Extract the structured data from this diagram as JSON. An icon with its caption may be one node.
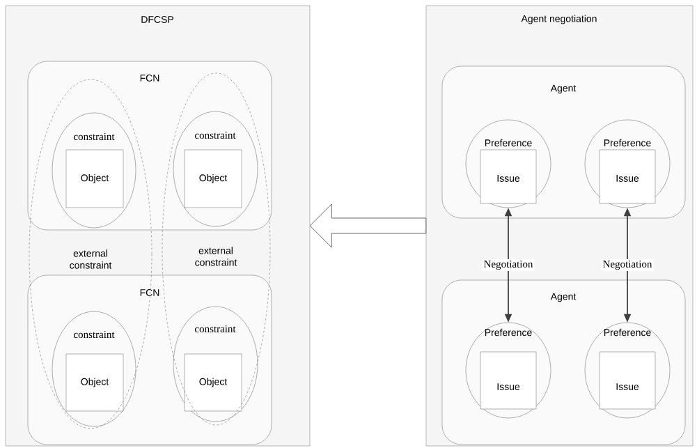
{
  "diagram": {
    "nodes": [
      {
        "text": [
          "DFCSP"
        ]
      },
      {
        "text": [
          "FCN"
        ],
        "in": 0
      },
      {
        "text": [
          "constraint"
        ]
      },
      {
        "text": [
          "Object"
        ],
        "in": 2
      },
      {
        "text": [
          "constraint"
        ]
      },
      {
        "text": [
          "Object"
        ],
        "in": 4
      },
      {
        "text": [
          "FCN"
        ],
        "in": 0
      },
      {
        "text": [
          "constraint"
        ]
      },
      {
        "text": [
          "Object"
        ],
        "in": 7
      },
      {
        "text": [
          "constraint"
        ]
      },
      {
        "text": [
          "Object"
        ],
        "in": 9
      },
      {
        "text": [
          "external constraint"
        ],
        "in": 0
      },
      {
        "text": [
          "external constraint"
        ],
        "in": 0
      },
      {
        "text": [
          "Agent negotiation"
        ]
      },
      {
        "text": [
          "Agent"
        ],
        "in": 13
      },
      {
        "text": [
          "Preference"
        ],
        "in": 14
      },
      {
        "text": [
          "Issue"
        ],
        "in": 15
      },
      {
        "text": [
          "Preference"
        ],
        "in": 14
      },
      {
        "text": [
          "Issue"
        ],
        "in": 17
      },
      {
        "text": [
          "Agent"
        ],
        "in": 13
      },
      {
        "text": [
          "Preference"
        ],
        "in": 19
      },
      {
        "text": [
          "Issue"
        ],
        "in": 20
      },
      {
        "text": [
          "Preference"
        ],
        "in": 19
      },
      {
        "text": [
          "Issue"
        ],
        "in": 22
      }
    ],
    "edges": [
      {
        "from": 13,
        "to": 0,
        "arrow": "to"
      },
      {
        "from": 15,
        "to": 20,
        "arrow": "both",
        "label": "Negotiation"
      },
      {
        "from": 17,
        "to": 22,
        "arrow": "both",
        "label": "Negotiation"
      }
    ]
  }
}
